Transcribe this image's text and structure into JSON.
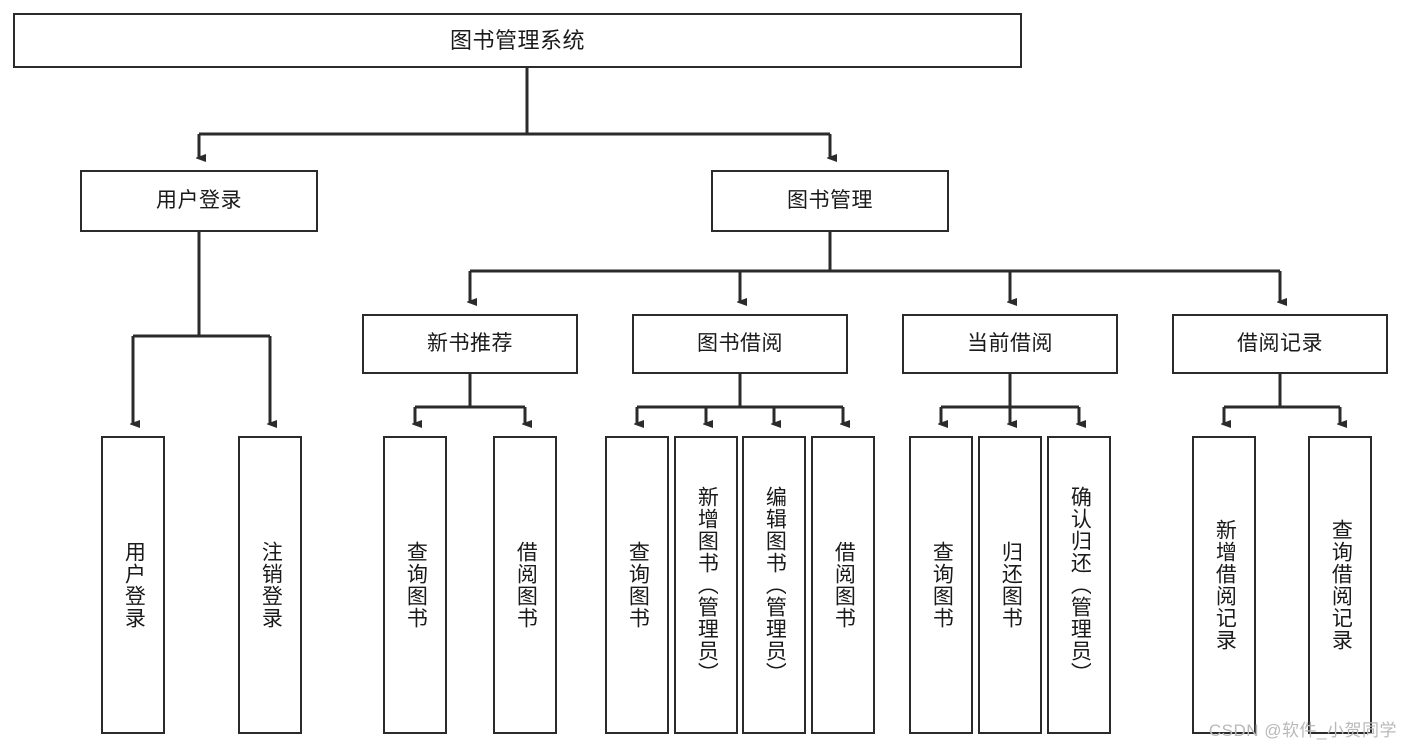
{
  "diagram": {
    "title": "图书管理系统",
    "type": "tree-hierarchy",
    "watermark": "CSDN @软件_小贺同学",
    "colors": {
      "background": "#ffffff",
      "box_border": "#2b2b2b",
      "box_fill": "#ffffff",
      "text": "#1a1a1a",
      "connector": "#2b2b2b",
      "watermark": "#b9b9b9"
    },
    "nodes": {
      "root": {
        "label": "图书管理系统"
      },
      "level2": [
        {
          "label": "用户登录"
        },
        {
          "label": "图书管理"
        }
      ],
      "level3": [
        {
          "label": "新书推荐"
        },
        {
          "label": "图书借阅"
        },
        {
          "label": "当前借阅"
        },
        {
          "label": "借阅记录"
        }
      ],
      "leaves_user_login": [
        {
          "label": "用户登录"
        },
        {
          "label": "注销登录"
        }
      ],
      "leaves_new_book": [
        {
          "label": "查询图书"
        },
        {
          "label": "借阅图书"
        }
      ],
      "leaves_borrow": [
        {
          "label": "查询图书"
        },
        {
          "label": "新增图书（管理员）"
        },
        {
          "label": "编辑图书（管理员）"
        },
        {
          "label": "借阅图书"
        }
      ],
      "leaves_current": [
        {
          "label": "查询图书"
        },
        {
          "label": "归还图书"
        },
        {
          "label": "确认归还（管理员）"
        }
      ],
      "leaves_record": [
        {
          "label": "新增借阅记录"
        },
        {
          "label": "查询借阅记录"
        }
      ]
    }
  }
}
